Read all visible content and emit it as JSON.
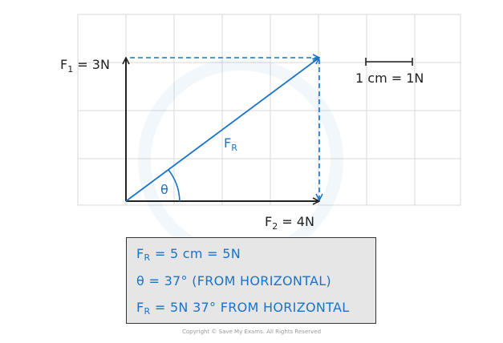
{
  "labels": {
    "f1_main": "F",
    "f1_sub": "1",
    "f1_value": " = 3N",
    "f2_main": "F",
    "f2_sub": "2",
    "f2_value": " = 4N",
    "fr_main": "F",
    "fr_sub": "R",
    "theta": "θ",
    "scale": "1 cm = 1N"
  },
  "result": {
    "line1_main": "F",
    "line1_sub": "R",
    "line1_rest": " = 5 cm = 5N",
    "line2": "θ = 37° (FROM HORIZONTAL)",
    "line3_main": "F",
    "line3_sub": "R",
    "line3_rest": " = 5N 37° FROM HORIZONTAL"
  },
  "footer": "Copyright © Save My Exams. All Rights Reserved",
  "colors": {
    "grid": "#d9d9d9",
    "vector": "#222222",
    "resultant": "#1a73c8",
    "box_fill": "#e6e6e6"
  }
}
